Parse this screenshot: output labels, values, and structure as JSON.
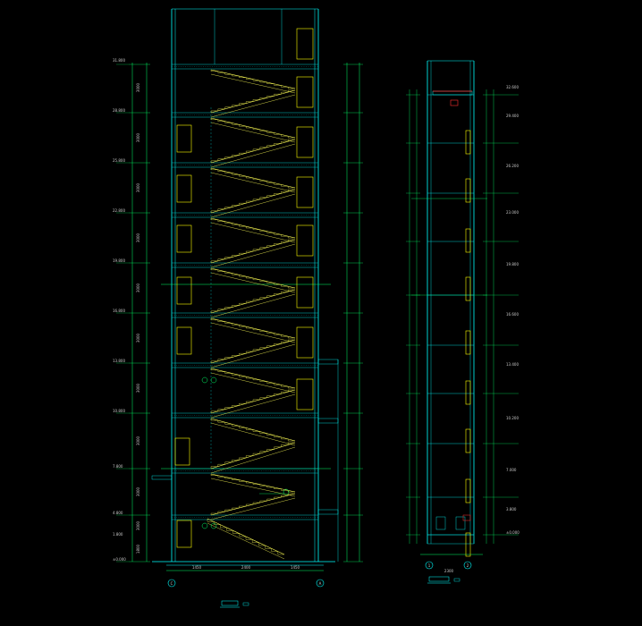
{
  "drawing": {
    "colors": {
      "background": "#000000",
      "wall": "#00ffff",
      "dimension": "#00ff66",
      "stair": "#ffff55",
      "door": "#ffff00",
      "hatch": "#00c8c8",
      "label": "#c8c8c8",
      "accent": "#ff3030"
    },
    "section_left": {
      "floor_count": 9,
      "grid_left": "C",
      "grid_right": "A",
      "elev_labels": [
        "31.800",
        "28.800",
        "25.800",
        "22.800",
        "19.800",
        "16.800",
        "13.800",
        "10.800",
        "7.800",
        "4.800",
        "1.800",
        "±0.000"
      ],
      "dim_labels": [
        "3000",
        "3000",
        "3000",
        "3000",
        "3000",
        "3000",
        "3000",
        "3000",
        "3000",
        "3000",
        "1800"
      ],
      "bottom_dims": [
        "1450",
        "2400",
        "1450"
      ]
    },
    "section_right": {
      "grid_left": "1",
      "grid_right": "2",
      "elev_labels": [
        "32.600",
        "29.400",
        "26.200",
        "23.000",
        "19.800",
        "16.600",
        "13.400",
        "10.200",
        "7.000",
        "3.800",
        "±0.000"
      ],
      "bottom_dims": [
        "2300"
      ]
    }
  }
}
